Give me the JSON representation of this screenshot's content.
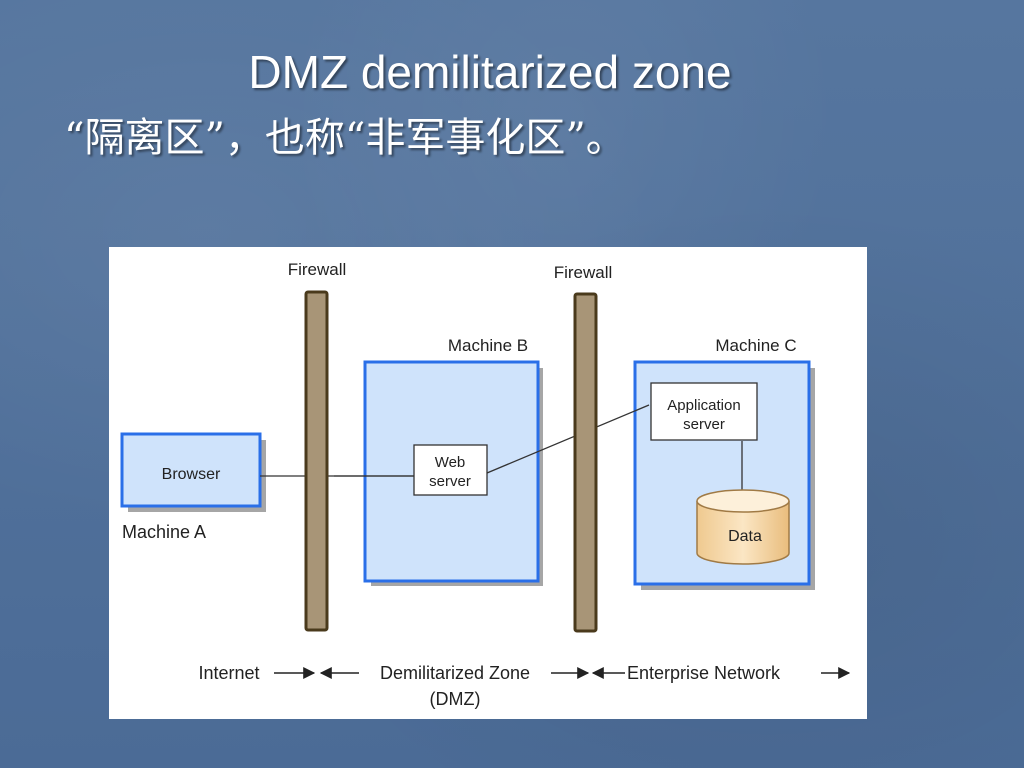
{
  "slide": {
    "title": "DMZ demilitarized zone",
    "subtitle": "“隔离区”，也称“非军事化区”。"
  },
  "diagram": {
    "firewall_left_label": "Firewall",
    "firewall_right_label": "Firewall",
    "machine_a": {
      "label": "Machine A",
      "component": "Browser"
    },
    "machine_b": {
      "label": "Machine B",
      "component_line1": "Web",
      "component_line2": "server"
    },
    "machine_c": {
      "label": "Machine C",
      "component_line1": "Application",
      "component_line2": "server",
      "database": "Data"
    },
    "zones": {
      "internet": "Internet",
      "dmz_line1": "Demilitarized Zone",
      "dmz_line2": "(DMZ)",
      "enterprise": "Enterprise Network"
    },
    "colors": {
      "machine_fill": "#cfe3fb",
      "machine_stroke": "#2a6fe8",
      "firewall_fill": "#a89577",
      "firewall_stroke": "#4a3a1c",
      "database_fill": "#f7ddb4",
      "database_stroke": "#a07a45"
    }
  }
}
